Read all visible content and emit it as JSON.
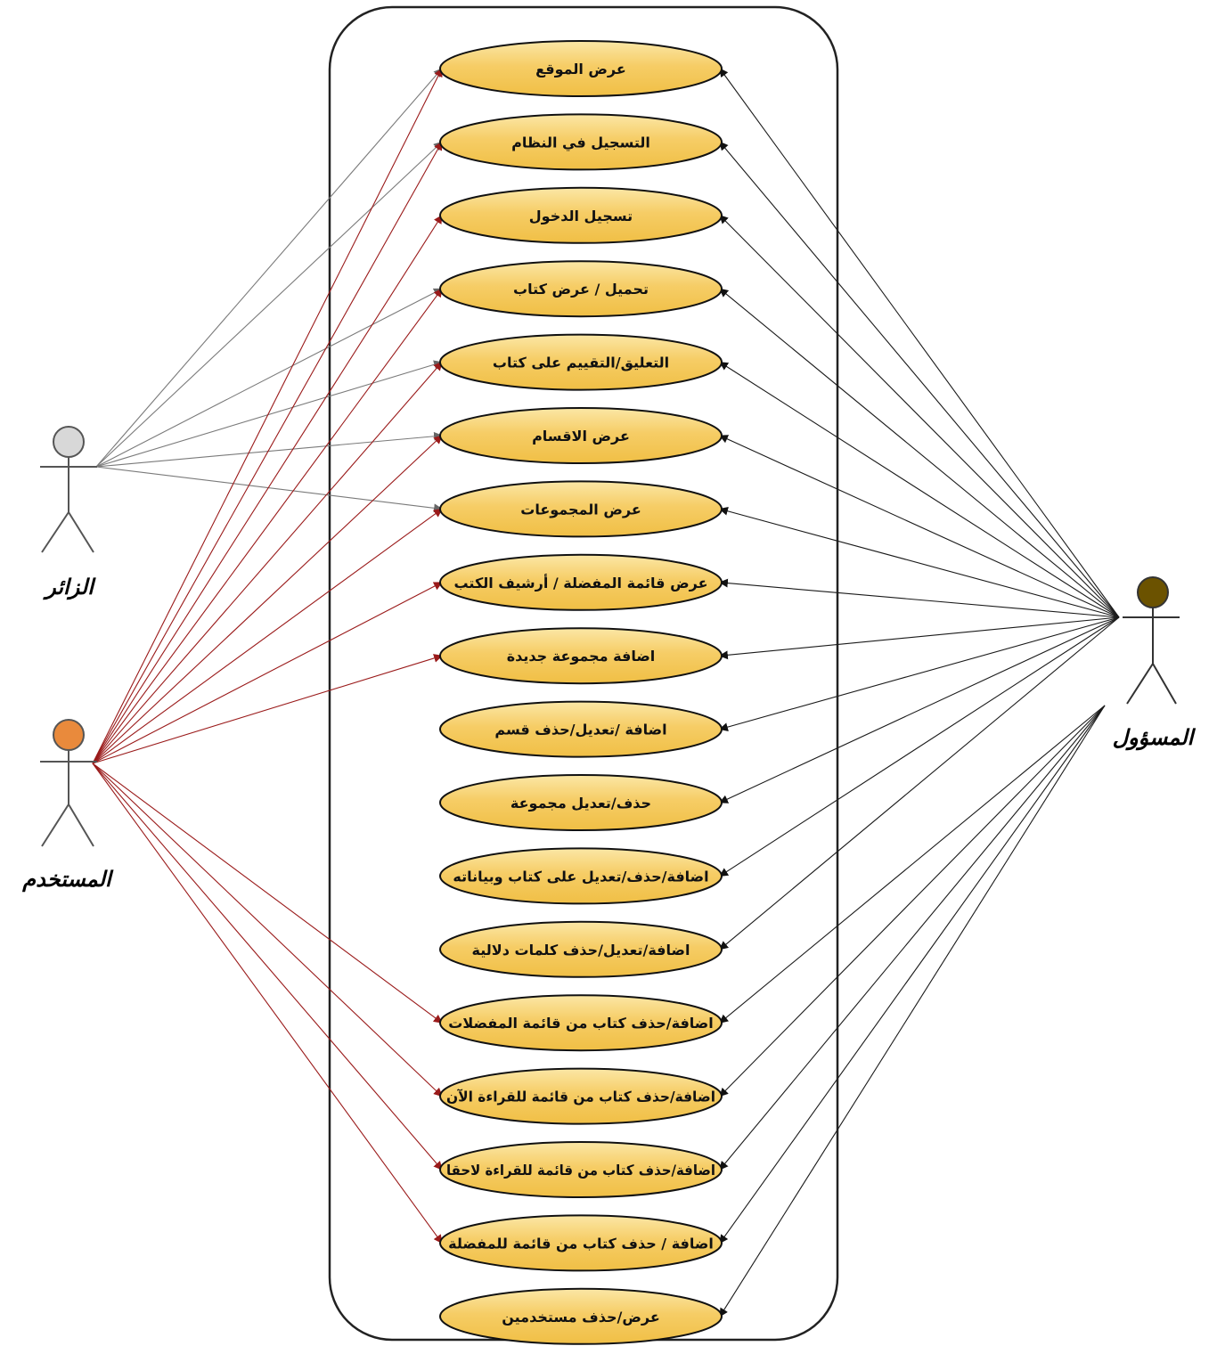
{
  "actors": {
    "visitor": {
      "label": "الزائر",
      "head_color": "#d8d8d8",
      "line_color": "#7a7a7a"
    },
    "user": {
      "label": "المستخدم",
      "head_color": "#e98a3c",
      "line_color": "#9a1a1a"
    },
    "admin": {
      "label": "المسؤول",
      "head_color": "#6b5200",
      "line_color": "#1a1a1a"
    }
  },
  "use_cases": [
    "عرض الموقع",
    "التسجيل في النظام",
    "تسجيل الدخول",
    "تحميل / عرض كتاب",
    "التعليق/التقييم على كتاب",
    "عرض الاقسام",
    "عرض المجموعات",
    "عرض قائمة المفضلة / أرشيف الكتب",
    "اضافة مجموعة جديدة",
    "اضافة /تعديل/حذف قسم",
    "حذف/تعديل مجموعة",
    "اضافة/حذف/تعديل على كتاب وبياناته",
    "اضافة/تعديل/حذف كلمات دلالية",
    "اضافة/حذف كتاب من قائمة المفضلات",
    "اضافة/حذف كتاب من قائمة للقراءة الآن",
    "اضافة/حذف كتاب من قائمة للقراءة لاحقا",
    "اضافة / حذف كتاب من قائمة للمفضلة",
    "عرض/حذف مستخدمين"
  ],
  "associations": {
    "visitor": [
      0,
      1,
      3,
      4,
      5,
      6
    ],
    "user": [
      0,
      1,
      2,
      3,
      4,
      5,
      6,
      7,
      8,
      13,
      14,
      15,
      16
    ],
    "admin": [
      0,
      1,
      2,
      3,
      4,
      5,
      6,
      7,
      8,
      9,
      10,
      11,
      12,
      13,
      14,
      15,
      16,
      17
    ]
  },
  "colors": {
    "use_case_fill": "#f5c85a",
    "use_case_fill_light": "#fbe7a6",
    "system_border": "#222222"
  }
}
